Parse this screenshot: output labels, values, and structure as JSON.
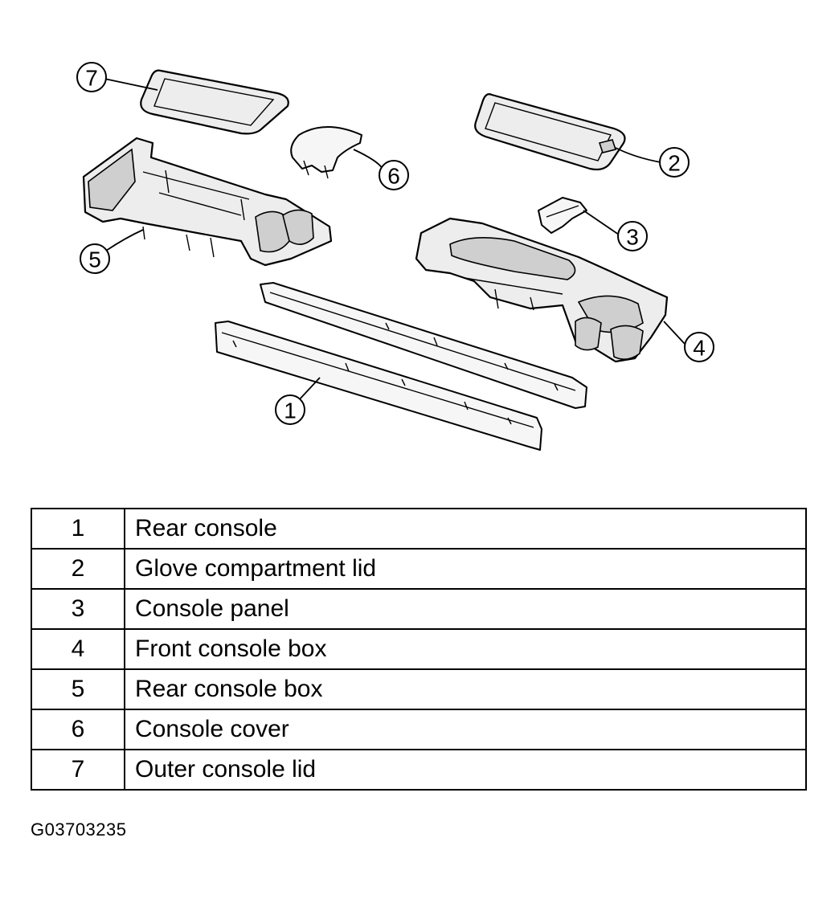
{
  "diagram": {
    "callouts": [
      "1",
      "2",
      "3",
      "4",
      "5",
      "6",
      "7"
    ]
  },
  "legend": {
    "rows": [
      {
        "num": "1",
        "desc": "Rear console"
      },
      {
        "num": "2",
        "desc": "Glove compartment lid"
      },
      {
        "num": "3",
        "desc": "Console panel"
      },
      {
        "num": "4",
        "desc": "Front console box"
      },
      {
        "num": "5",
        "desc": "Rear console box"
      },
      {
        "num": "6",
        "desc": "Console cover"
      },
      {
        "num": "7",
        "desc": "Outer console lid"
      }
    ]
  },
  "figure_code": "G03703235"
}
